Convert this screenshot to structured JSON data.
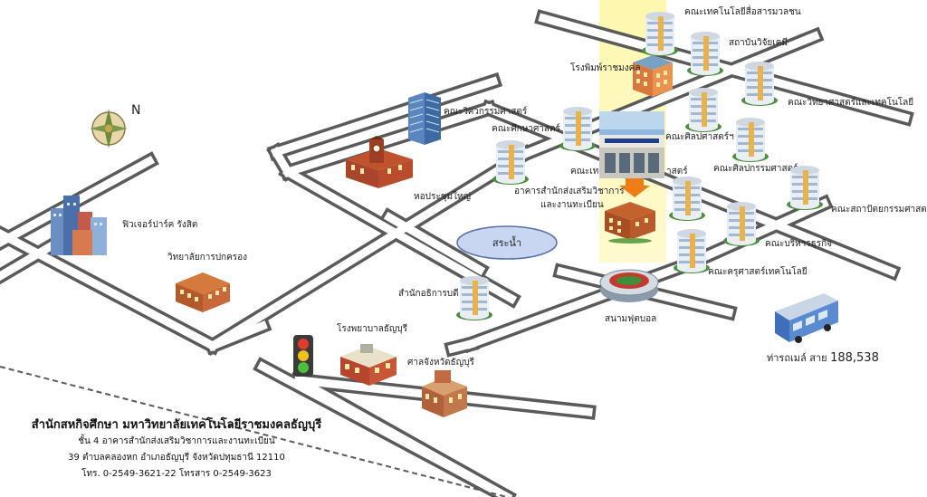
{
  "north_label": "N",
  "pond_label": "สระน้ำ",
  "labels": {
    "fewchur_park": "ฟิวเจอร์ปาร์ค รังสิต",
    "admin_college": "วิทยาลัยการปกครอง",
    "engineering": "คณะวิศวกรรมศาสตร์",
    "grand_hall": "หอประชุมใหญ่",
    "education": "คณะศึกษาศาสตร์",
    "mass_comm": "คณะเทคโนโลยีสื่อสารมวลชน",
    "chem_institute": "สถาบันวิจัยเคมี",
    "printing_house": "โรงพิมพ์ราชมงคล",
    "science": "คณะวิทยาศาสตร์และเทคโนโลยี",
    "liberal_arts": "คณะศิลปศาสตร์ฯ",
    "fine_arts": "คณะศิลปกรรมศาสตร์",
    "architecture": "คณะสถาปัตยกรรมศาสตร์",
    "partial_cut": "คณะเท",
    "partial_tail": "าสตร์",
    "academic_building": "อาคารสำนักส่งเสริมวิชาการ",
    "academic_building_2": "และงานทะเบียน",
    "business": "คณะบริหารธุรกิจ",
    "tech_ed": "คณะครุศาสตร์เทคโนโลยี",
    "president_office": "สำนักอธิการบดี",
    "stadium": "สนามฟุตบอล",
    "hospital": "โรงพยาบาลธัญบุรี",
    "provincial_hall": "ศาลจังหวัดธัญบุรี"
  },
  "bus": {
    "label": "ท่ารถเมล์ สาย",
    "routes": "188,538"
  },
  "address": {
    "title": "สำนักสหกิจศึกษา มหาวิทยาลัยเทคโนโลยีราชมงคลธัญบุรี",
    "line1": "ชั้น 4 อาคารสำนักส่งเสริมวิชาการและงานทะเบียน",
    "line2": "39 ตำบลคลองหก อำเภอธัญบุรี จังหวัดปทุมธานี 12110",
    "line3": "โทร. 0-2549-3621-22 โทรสาร 0-2549-3623"
  },
  "colors": {
    "road_edge": "#5a5a5a",
    "road_fill": "#ffffff",
    "highlight": "#fdf6a6",
    "arrow": "#f07c16",
    "pond": "#c9d6f2"
  },
  "icons": [
    "skyscrapers-icon",
    "school-building-icon",
    "office-tower-icon",
    "clock-tower-hall-icon",
    "round-building-icon",
    "brick-building-icon",
    "stadium-icon",
    "hospital-icon",
    "court-building-icon",
    "traffic-light-icon",
    "bus-icon",
    "compass-icon",
    "building-photo"
  ]
}
